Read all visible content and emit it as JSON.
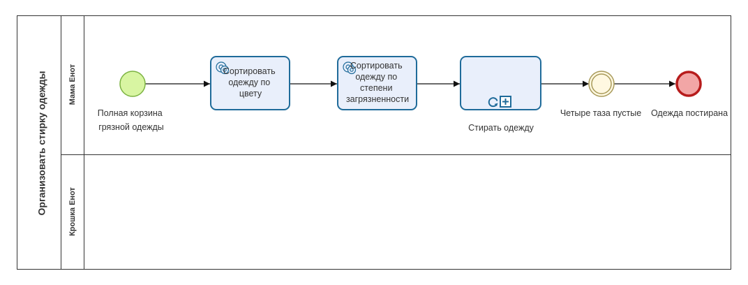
{
  "pool": {
    "label": "Организовать стирку одежды"
  },
  "lanes": [
    {
      "label": "Мама Енот"
    },
    {
      "label": "Крошка Енот"
    }
  ],
  "events": {
    "start": {
      "label": [
        "Полная корзина",
        "грязной одежды"
      ]
    },
    "intermediate": {
      "label": "Четыре таза пустые"
    },
    "end": {
      "label": "Одежда постирана"
    }
  },
  "tasks": [
    {
      "label": [
        "Сортировать",
        "одежду по",
        "цвету"
      ],
      "marker": "service-gears-icon"
    },
    {
      "label": [
        "Сортировать",
        "одежду по",
        "степени",
        "загрязненности"
      ],
      "marker": "service-gears-icon"
    }
  ],
  "subprocess": {
    "label": "Стирать одежду",
    "markers": [
      "loop-icon",
      "collapsed-subprocess-plus-icon"
    ]
  },
  "colors": {
    "task_fill": "#e9effb",
    "task_stroke": "#1f6b9a",
    "start_fill": "#d8f5a2",
    "start_stroke": "#7cb342",
    "intermediate_fill": "#fff8e1",
    "intermediate_stroke": "#a89a5a",
    "end_fill": "#f2a6a6",
    "end_stroke": "#b71c1c",
    "line": "#111111",
    "border": "#333333"
  }
}
